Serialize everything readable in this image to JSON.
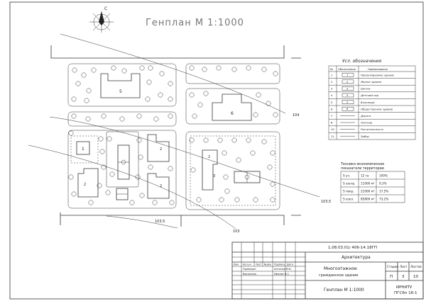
{
  "title": "Генплан М 1:1000",
  "compass_letter": "С",
  "legend": {
    "title": "Усл. обозначения",
    "header_no": "№",
    "header_symbol": "Обозначение",
    "header_name": "Наименование",
    "rows": [
      {
        "no": "1",
        "symbol": "1",
        "name": "Проектируемое здание"
      },
      {
        "no": "2",
        "symbol": "2",
        "name": "Жилое здание"
      },
      {
        "no": "3",
        "symbol": "3",
        "name": "Школа"
      },
      {
        "no": "4",
        "symbol": "4",
        "name": "Детский сад"
      },
      {
        "no": "5",
        "symbol": "5",
        "name": "Больница"
      },
      {
        "no": "6",
        "symbol": "6",
        "name": "Общественное здание"
      },
      {
        "no": "7",
        "symbol": "",
        "name": "Дорога"
      },
      {
        "no": "8",
        "symbol": "",
        "name": "Тротуар"
      },
      {
        "no": "10",
        "symbol": "",
        "name": "Растительность"
      },
      {
        "no": "11",
        "symbol": "",
        "name": "Забор"
      }
    ]
  },
  "indicators": {
    "title_line1": "Технико-экономические",
    "title_line2": "показатели территории",
    "rows": [
      {
        "name": "S уч.",
        "value": "12 га",
        "pct": "100%"
      },
      {
        "name": "S застр.",
        "value": "11000 м²",
        "pct": "9,3%"
      },
      {
        "name": "S покр.",
        "value": "21000 м²",
        "pct": "17,5%"
      },
      {
        "name": "S озел.",
        "value": "85800 м²",
        "pct": "73,2%"
      }
    ]
  },
  "contours": [
    "104",
    "103,5",
    "103,5",
    "103"
  ],
  "buildings": {
    "b5": "5",
    "b6": "6",
    "b1": "1",
    "b2a": "2",
    "b2b": "2",
    "b2c": "2",
    "b2d": "2",
    "b3": "3"
  },
  "stamp": {
    "code": "1.08.03.01/ 406-14.18ГП",
    "section": "Архитектура",
    "object_line1": "Многоэтажное",
    "object_line2": "гражданское здание",
    "sheet_title": "Генплан М 1:1000",
    "stage_label": "Стадия",
    "sheet_label": "Лист",
    "sheets_label": "Листов",
    "stage_value": "П",
    "sheet_value": "3",
    "sheets_value": "10",
    "org_line1": "ИРНИТУ",
    "org_line2": "ПГСбп 16-1",
    "col_headers": [
      "Изм",
      "Кол.уч",
      "Лист",
      "№док",
      "Подпись",
      "Дата"
    ],
    "role1": "Проверил",
    "name1": "Антонов М.В.",
    "role2": "Выполнил",
    "name2": "Ивачев Н.С."
  }
}
